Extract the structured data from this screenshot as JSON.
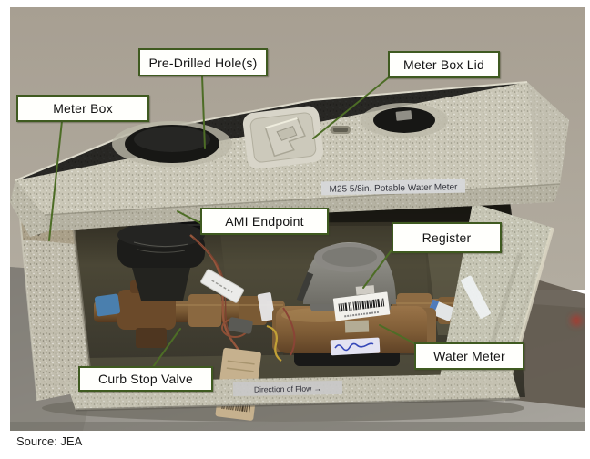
{
  "callouts": {
    "meter_box": "Meter Box",
    "pre_drilled_holes": "Pre-Drilled Hole(s)",
    "meter_box_lid": "Meter Box Lid",
    "ami_endpoint": "AMI Endpoint",
    "register": "Register",
    "water_meter": "Water Meter",
    "curb_stop_valve": "Curb Stop Valve"
  },
  "stickers": {
    "lid_label": "M25 5/8in. Potable Water Meter",
    "flow_label": "Direction of Flow →"
  },
  "caption": {
    "source": "Source: JEA"
  },
  "colors": {
    "callout_border": "#3f5a20",
    "callout_background": "#fffffc",
    "leader_line": "#4d6d26",
    "page_background": "#ffffff"
  }
}
